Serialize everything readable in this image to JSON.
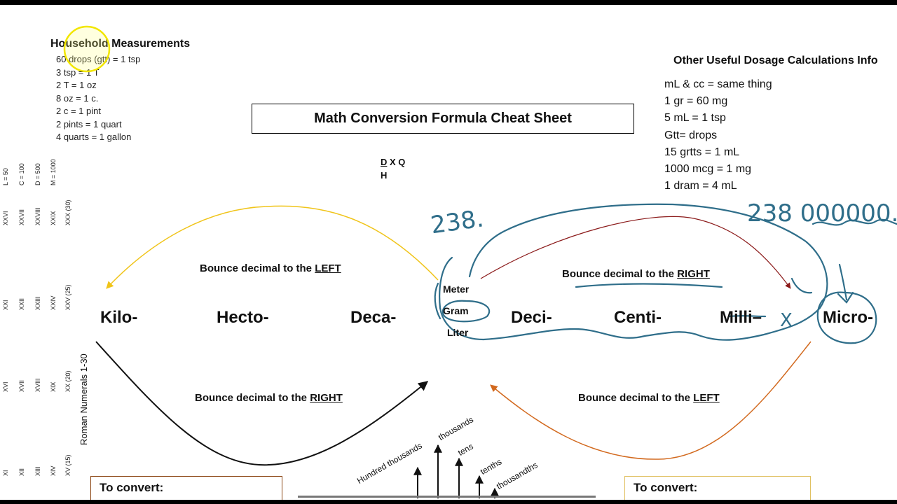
{
  "household": {
    "title": "Household Measurements",
    "items": [
      "60 drops (gtt) = 1 tsp",
      "3 tsp = 1 T",
      "2 T = 1 oz",
      "8 oz = 1 c.",
      "2 c = 1 pint",
      "2 pints = 1 quart",
      "4 quarts = 1 gallon"
    ]
  },
  "sheet_title": "Math Conversion Formula Cheat Sheet",
  "formula": {
    "dq": "D  X Q",
    "d": "D",
    "xq": " X Q",
    "h": "H"
  },
  "other_info": {
    "title": "Other Useful Dosage Calculations Info",
    "items": [
      "mL & cc = same thing",
      "1 gr = 60 mg",
      "5 mL = 1 tsp",
      "Gtt= drops",
      "15 grtts = 1 mL",
      "1000 mcg = 1 mg",
      "1 dram = 4 mL"
    ]
  },
  "roman": {
    "axis_label": "Roman Numerals 1-30",
    "keys": [
      "L = 50",
      "C = 100",
      "D = 500",
      "M = 1000"
    ],
    "row1": [
      "XXVI",
      "XXVII",
      "XXVIII",
      "XXIX",
      "XXX (30)"
    ],
    "row2": [
      "XXI",
      "XXII",
      "XXIII",
      "XXIV",
      "XXV (25)"
    ],
    "row3": [
      "XVI",
      "XVII",
      "XVIII",
      "XIX",
      "XX (20)"
    ],
    "row4": [
      "XI",
      "XII",
      "XIII",
      "XIV",
      "XV (15)"
    ]
  },
  "prefixes": {
    "kilo": "Kilo-",
    "hecto": "Hecto-",
    "deca": "Deca-",
    "deci": "Deci-",
    "centi": "Centi-",
    "milli": "Milli–",
    "micro": "Micro-"
  },
  "base_units": {
    "meter": "Meter",
    "gram": "Gram",
    "liter": "Liter"
  },
  "bounce": {
    "top_left_prefix": "Bounce decimal to the ",
    "top_left_dir": "LEFT",
    "top_right_prefix": "Bounce decimal to the ",
    "top_right_dir": "RIGHT",
    "bottom_left_prefix": "Bounce decimal to the ",
    "bottom_left_dir": "RIGHT",
    "bottom_right_prefix": "Bounce decimal to the ",
    "bottom_right_dir": "LEFT"
  },
  "place_values": [
    "Hundred thousands",
    "thousands",
    "tens",
    "tenths",
    "thousandths"
  ],
  "convert": {
    "left": "To convert:",
    "right": "To convert:"
  },
  "handwriting": {
    "left_number": "238.",
    "right_number": "238 000000.",
    "x_mark": "X"
  },
  "colors": {
    "yellow_arc": "#f0c419",
    "orange_arc": "#d2691e",
    "ink": "#2f6e8a",
    "red_arc": "#8b1a1a",
    "left_box_border": "#8b4513",
    "right_box_border": "#e0c060"
  }
}
